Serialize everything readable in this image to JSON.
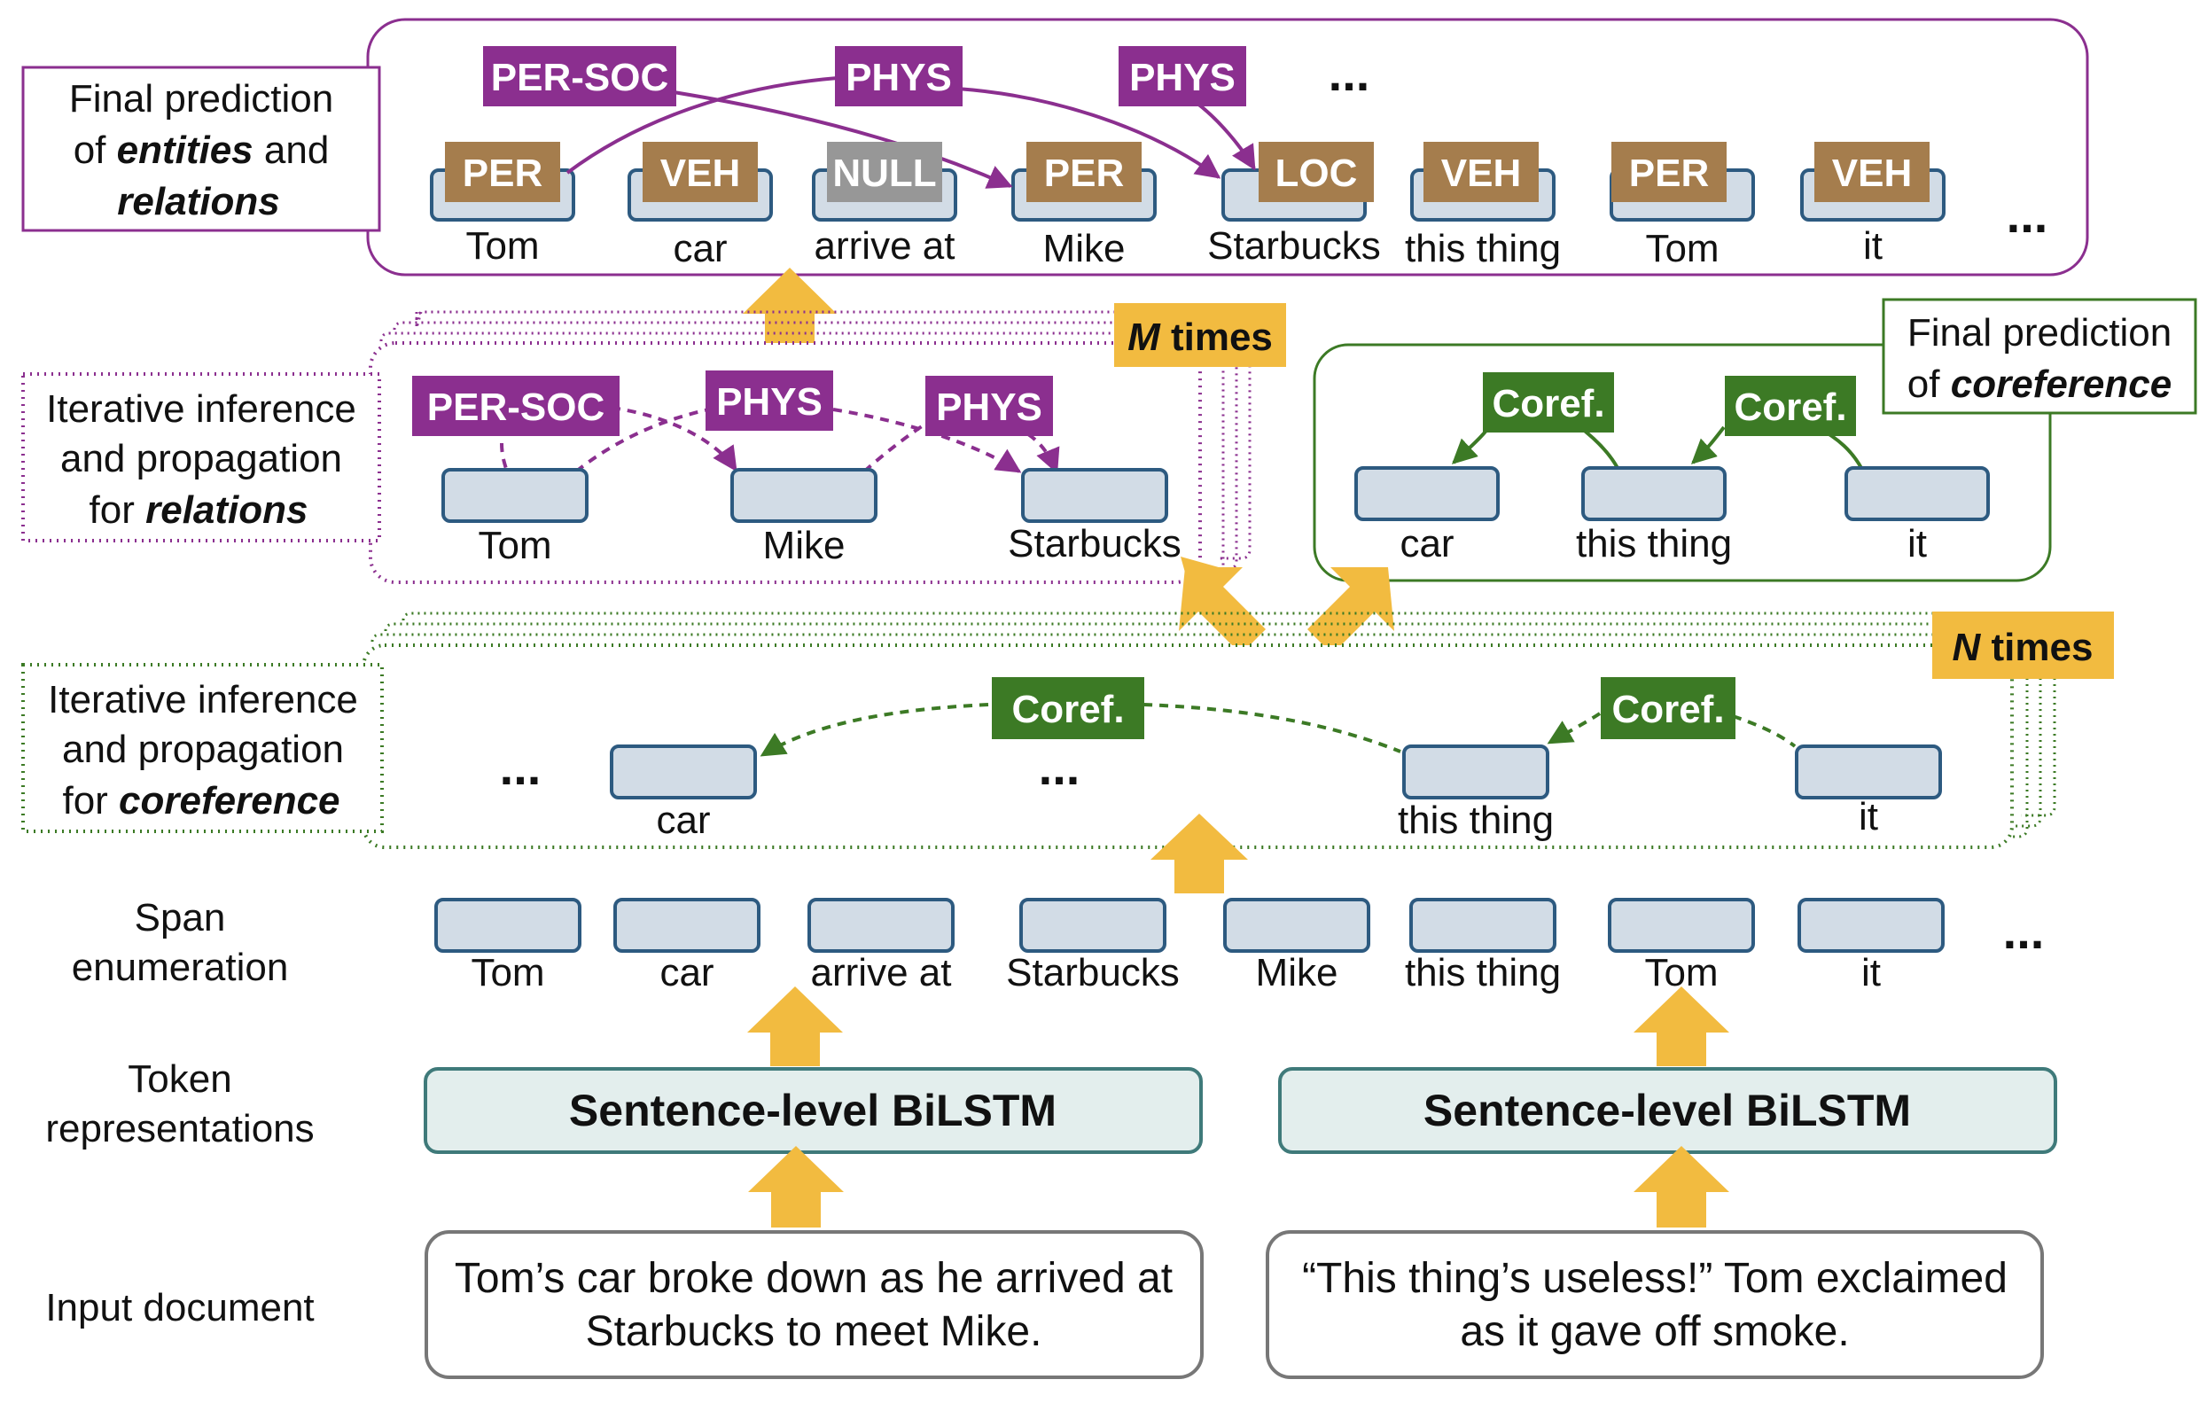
{
  "left_labels": {
    "final_entities": {
      "l1": "Final prediction",
      "l2a": "of ",
      "l2b": "entities",
      "l2c": " and",
      "l3": "relations"
    },
    "iter_relations": {
      "l1": "Iterative inference",
      "l2": "and propagation",
      "l3a": "for ",
      "l3b": "relations"
    },
    "iter_coref": {
      "l1": "Iterative inference",
      "l2": "and propagation",
      "l3a": "for ",
      "l3b": "coreference"
    },
    "span_enum": {
      "l1": "Span",
      "l2": "enumeration"
    },
    "token_reps": {
      "l1": "Token",
      "l2": "representations"
    },
    "input_doc": "Input document"
  },
  "final_coref_label": {
    "l1": "Final prediction",
    "l2a": "of ",
    "l2b": "coreference"
  },
  "top_row": {
    "words": [
      "Tom",
      "car",
      "arrive at",
      "Mike",
      "Starbucks",
      "this thing",
      "Tom",
      "it"
    ],
    "tags": [
      "PER",
      "VEH",
      "NULL",
      "PER",
      "LOC",
      "VEH",
      "PER",
      "VEH"
    ],
    "relations": [
      "PER-SOC",
      "PHYS",
      "PHYS"
    ],
    "ellipsis": "...",
    "colors": {
      "entity": "#a57d4d",
      "null": "#979797",
      "relation": "#8b2f8f"
    }
  },
  "relations_panel": {
    "words": [
      "Tom",
      "Mike",
      "Starbucks"
    ],
    "relations": [
      "PER-SOC",
      "PHYS",
      "PHYS"
    ],
    "times": {
      "var": "M",
      "word": " times"
    }
  },
  "coref_final_panel": {
    "words": [
      "car",
      "this thing",
      "it"
    ],
    "links": [
      "Coref.",
      "Coref."
    ],
    "color": "#3c7a25"
  },
  "coref_panel": {
    "words": [
      "car",
      "this thing",
      "it"
    ],
    "links": [
      "Coref.",
      "Coref."
    ],
    "ellipsis": "...",
    "times": {
      "var": "N",
      "word": " times"
    }
  },
  "span_row": {
    "words": [
      "Tom",
      "car",
      "arrive at",
      "Starbucks",
      "Mike",
      "this thing",
      "Tom",
      "it"
    ],
    "ellipsis": "..."
  },
  "bilstm": {
    "left": "Sentence-level BiLSTM",
    "right": "Sentence-level BiLSTM"
  },
  "documents": {
    "left": {
      "l1": "Tom’s car broke down as he arrived at",
      "l2": "Starbucks to meet Mike."
    },
    "right": {
      "l1": "“This thing’s useless!” Tom exclaimed",
      "l2": "as it gave off smoke."
    }
  },
  "colors": {
    "arrow": "#f2bb40",
    "span_fill": "#d2dce6",
    "span_stroke": "#2d5a80",
    "bilstm_fill": "#e3eeed",
    "bilstm_stroke": "#3f7a7a"
  }
}
